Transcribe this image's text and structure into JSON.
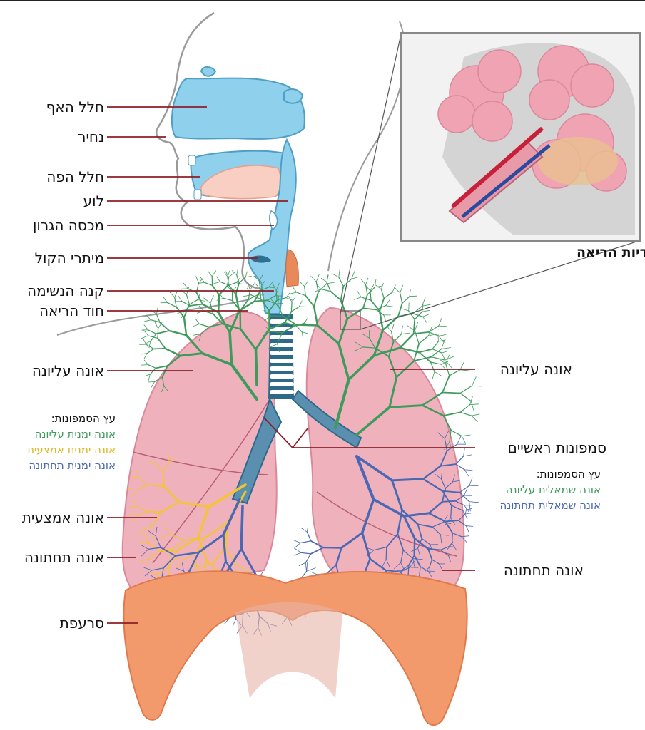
{
  "colors": {
    "airway": "#8fd0ec",
    "airway_outline": "#4f9fc4",
    "lung": "#efb2bd",
    "lung_dark": "#d9899a",
    "diaphragm": "#f39a6d",
    "diaphragm_dark": "#e07a4d",
    "tree_green": "#3f9b5c",
    "tree_yellow": "#f3c531",
    "tree_blue": "#4a68b3",
    "leader": "#8b1f27",
    "alveoli": "#f0a3b3",
    "artery": "#c9203a",
    "vein": "#294a9e"
  },
  "labels": {
    "nasal_cavity": "חלל האף",
    "nostril": "נחיר",
    "oral_cavity": "חלל הפה",
    "pharynx": "לוע",
    "epiglottis": "מכסה הגרון",
    "vocal_cords": "מיתרי הקול",
    "trachea": "קנה הנשימה",
    "lung_apex": "חוד הריאה",
    "right_upper_lobe": "אונה עליונה",
    "middle_lobe": "אונה אמצעית",
    "right_lower_lobe": "אונה תחתונה",
    "diaphragm": "סרעפת",
    "left_upper_lobe": "אונה עליונה",
    "main_bronchi": "סמפונות ראשיים",
    "left_lower_lobe": "אונה תחתונה"
  },
  "inset": {
    "title": "נאדיות הריאה"
  },
  "legend_right": {
    "title": "עץ הסמפונות:",
    "items": [
      "אונה ימנית עליונה",
      "אונה ימנית אמצעית",
      "אונה ימנית תחתונה"
    ]
  },
  "legend_left": {
    "title": "עץ הסמפונות:",
    "items": [
      "אונה שמאלית עליונה",
      "אונה שמאלית תחתונה"
    ]
  }
}
